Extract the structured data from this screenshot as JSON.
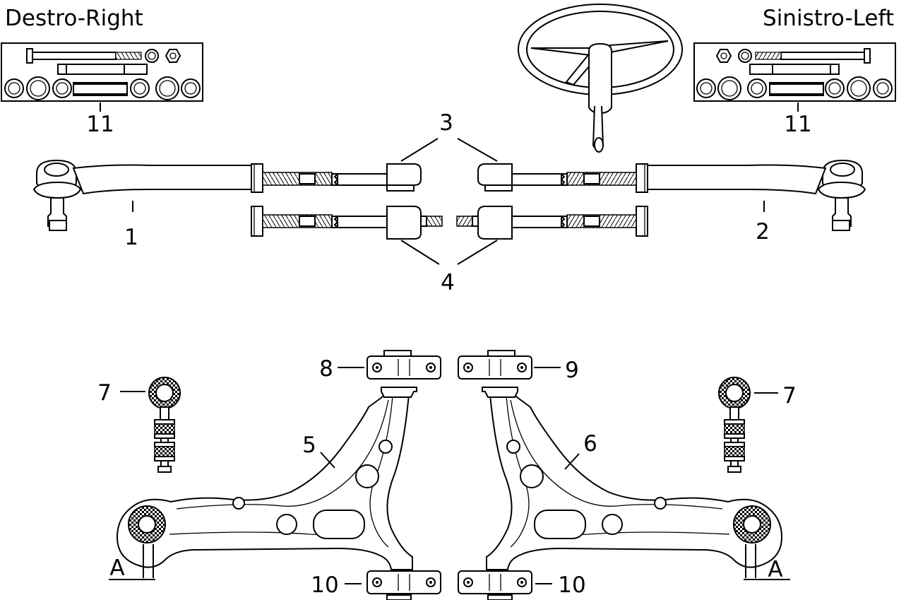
{
  "headings": {
    "right_side": "Destro-Right",
    "left_side": "Sinistro-Left"
  },
  "callouts": {
    "c1": "1",
    "c2": "2",
    "c3": "3",
    "c4": "4",
    "c5": "5",
    "c6": "6",
    "c7_left": "7",
    "c7_right": "7",
    "c8": "8",
    "c9": "9",
    "c10_left": "10",
    "c10_right": "10",
    "c11_left": "11",
    "c11_right": "11",
    "a_left": "A",
    "a_right": "A"
  },
  "icons": [
    "steering-wheel-icon",
    "tie-rod-icon",
    "ball-joint-icon",
    "control-arm-icon",
    "stabilizer-link-icon",
    "bushing-clamp-icon",
    "hardware-kit-icon"
  ],
  "colors": {
    "line": "#000000",
    "background": "#ffffff"
  }
}
